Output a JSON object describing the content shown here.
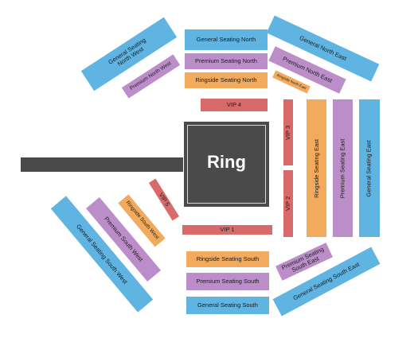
{
  "ring": {
    "label": "Ring"
  },
  "sections": {
    "gs_north": "General Seating North",
    "ps_north": "Premium Seating North",
    "rs_north": "Ringside Seating North",
    "vip4": "VIP 4",
    "vip3": "VIP 3",
    "vip2": "VIP 2",
    "vip1": "VIP 1",
    "vip5": "VIP 5",
    "rs_south": "Ringside Seating South",
    "ps_south": "Premium Seating South",
    "gs_south": "General Seating South",
    "rs_east": "Ringside Seating East",
    "ps_east": "Premium Seating East",
    "gs_east": "General Seating East",
    "gn_east": "General North East",
    "p_north_east": "Premium North East",
    "r_north_east": "Ringside North East",
    "gs_north_west": "General Seating\nNorth West",
    "p_north_west": "Premium North West",
    "r_south_west": "Ringside South West",
    "p_south_west": "Premium South West",
    "gs_south_west": "General Seating South West",
    "ps_south_east": "Premium Seating\nSouth East",
    "gs_south_east": "General Seating South East"
  },
  "colors": {
    "general": "#5fb4e2",
    "premium": "#bb8dc9",
    "ringside": "#f2aa5c",
    "vip": "#d86a6a",
    "ring": "#4a4a4a"
  }
}
